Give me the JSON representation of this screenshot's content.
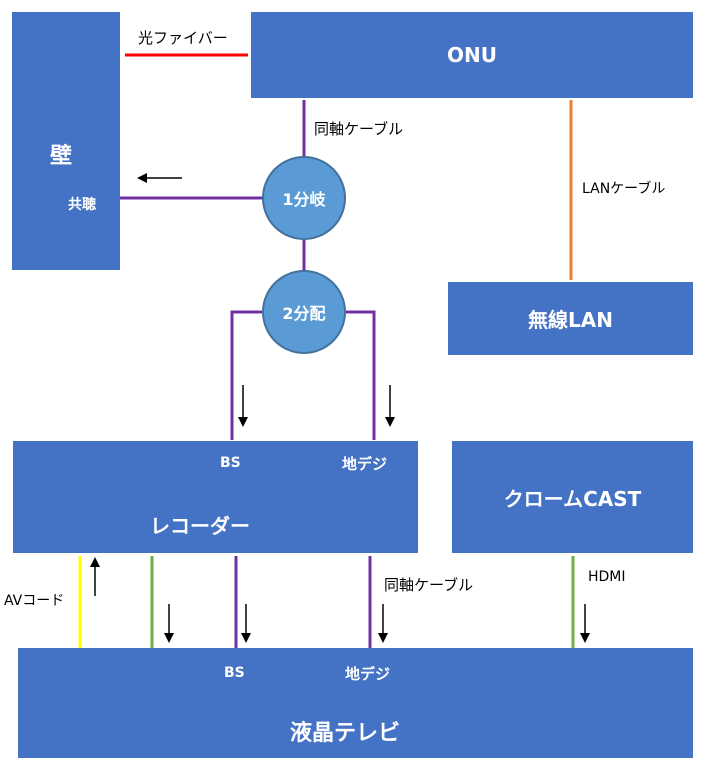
{
  "nodes": {
    "onu": "ONU",
    "wall": "壁",
    "wall_port": "共聴",
    "splitter1": "1分岐",
    "splitter2": "2分配",
    "wireless_lan": "無線LAN",
    "recorder": "レコーダー",
    "recorder_bs": "BS",
    "recorder_terrestrial": "地デジ",
    "chromecast": "クロームCAST",
    "tv": "液晶テレビ",
    "tv_bs": "BS",
    "tv_terrestrial": "地デジ"
  },
  "cables": {
    "fiber": "光ファイバー",
    "coax_top": "同軸ケーブル",
    "lan": "LANケーブル",
    "av": "AVコード",
    "coax_bottom": "同軸ケーブル",
    "hdmi": "HDMI"
  },
  "colors": {
    "box": "#4472c4",
    "circle": "#5b9bd5",
    "fiber": "#ff0000",
    "coax": "#7030a0",
    "lan": "#ed7d31",
    "av": "#ffff00",
    "green": "#70ad47"
  }
}
